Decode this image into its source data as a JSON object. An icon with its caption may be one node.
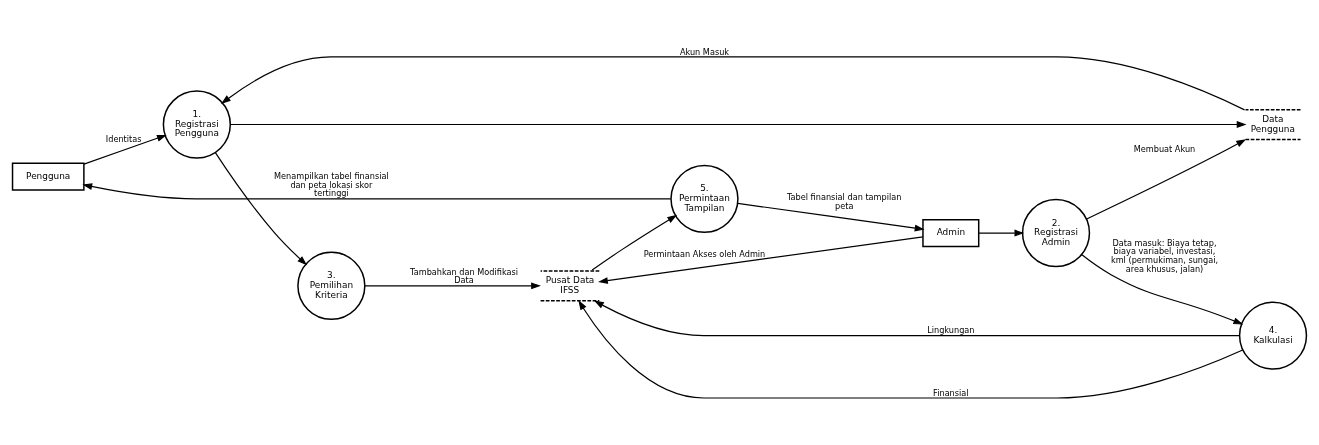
{
  "diagram": {
    "nodes": [
      {
        "text": [
          "Pengguna"
        ]
      },
      {
        "text": [
          "1. Registrasi Pengguna"
        ]
      },
      {
        "text": [
          "Data Pengguna"
        ]
      },
      {
        "text": [
          "3. Pemilihan Kriteria"
        ]
      },
      {
        "text": [
          "Pusat Data IFSS"
        ]
      },
      {
        "text": [
          "4. Kalkulasi"
        ]
      },
      {
        "text": [
          "2. Registrasi Admin"
        ]
      },
      {
        "text": [
          "Admin"
        ]
      },
      {
        "text": [
          "5. Permintaan Tampilan"
        ]
      }
    ],
    "edges": [
      {
        "from": 0,
        "to": 1,
        "arrow": "to",
        "label": "Identitas"
      },
      {
        "from": 1,
        "to": 2,
        "arrow": "to"
      },
      {
        "from": 2,
        "to": 1,
        "arrow": "to",
        "label": "Akun Masuk"
      },
      {
        "from": 6,
        "to": 2,
        "arrow": "to",
        "label": "Membuat Akun"
      },
      {
        "from": 1,
        "to": 3,
        "arrow": "to"
      },
      {
        "from": 3,
        "to": 4,
        "arrow": "to",
        "label": "Tambahkan dan Modifikasi Data"
      },
      {
        "from": 5,
        "to": 4,
        "arrow": "to",
        "label": "Finansial"
      },
      {
        "from": 5,
        "to": 4,
        "arrow": "to",
        "label": "Lingkungan"
      },
      {
        "from": 6,
        "to": 5,
        "arrow": "to",
        "label": "Data masuk: Biaya tetap, biaya variabel, investasi, kml (permukiman, sungai, area khusus, jalan)"
      },
      {
        "from": 7,
        "to": 6,
        "arrow": "to"
      },
      {
        "from": 7,
        "to": 4,
        "arrow": "to",
        "label": "Permintaan Akses oleh Admin"
      },
      {
        "from": 4,
        "to": 8,
        "arrow": "to"
      },
      {
        "from": 8,
        "to": 0,
        "arrow": "to",
        "label": "Menampilkan tabel finansial dan peta lokasi skor tertinggi"
      },
      {
        "from": 8,
        "to": 7,
        "arrow": "to",
        "label": "Tabel finansial dan tampilan peta"
      }
    ]
  }
}
